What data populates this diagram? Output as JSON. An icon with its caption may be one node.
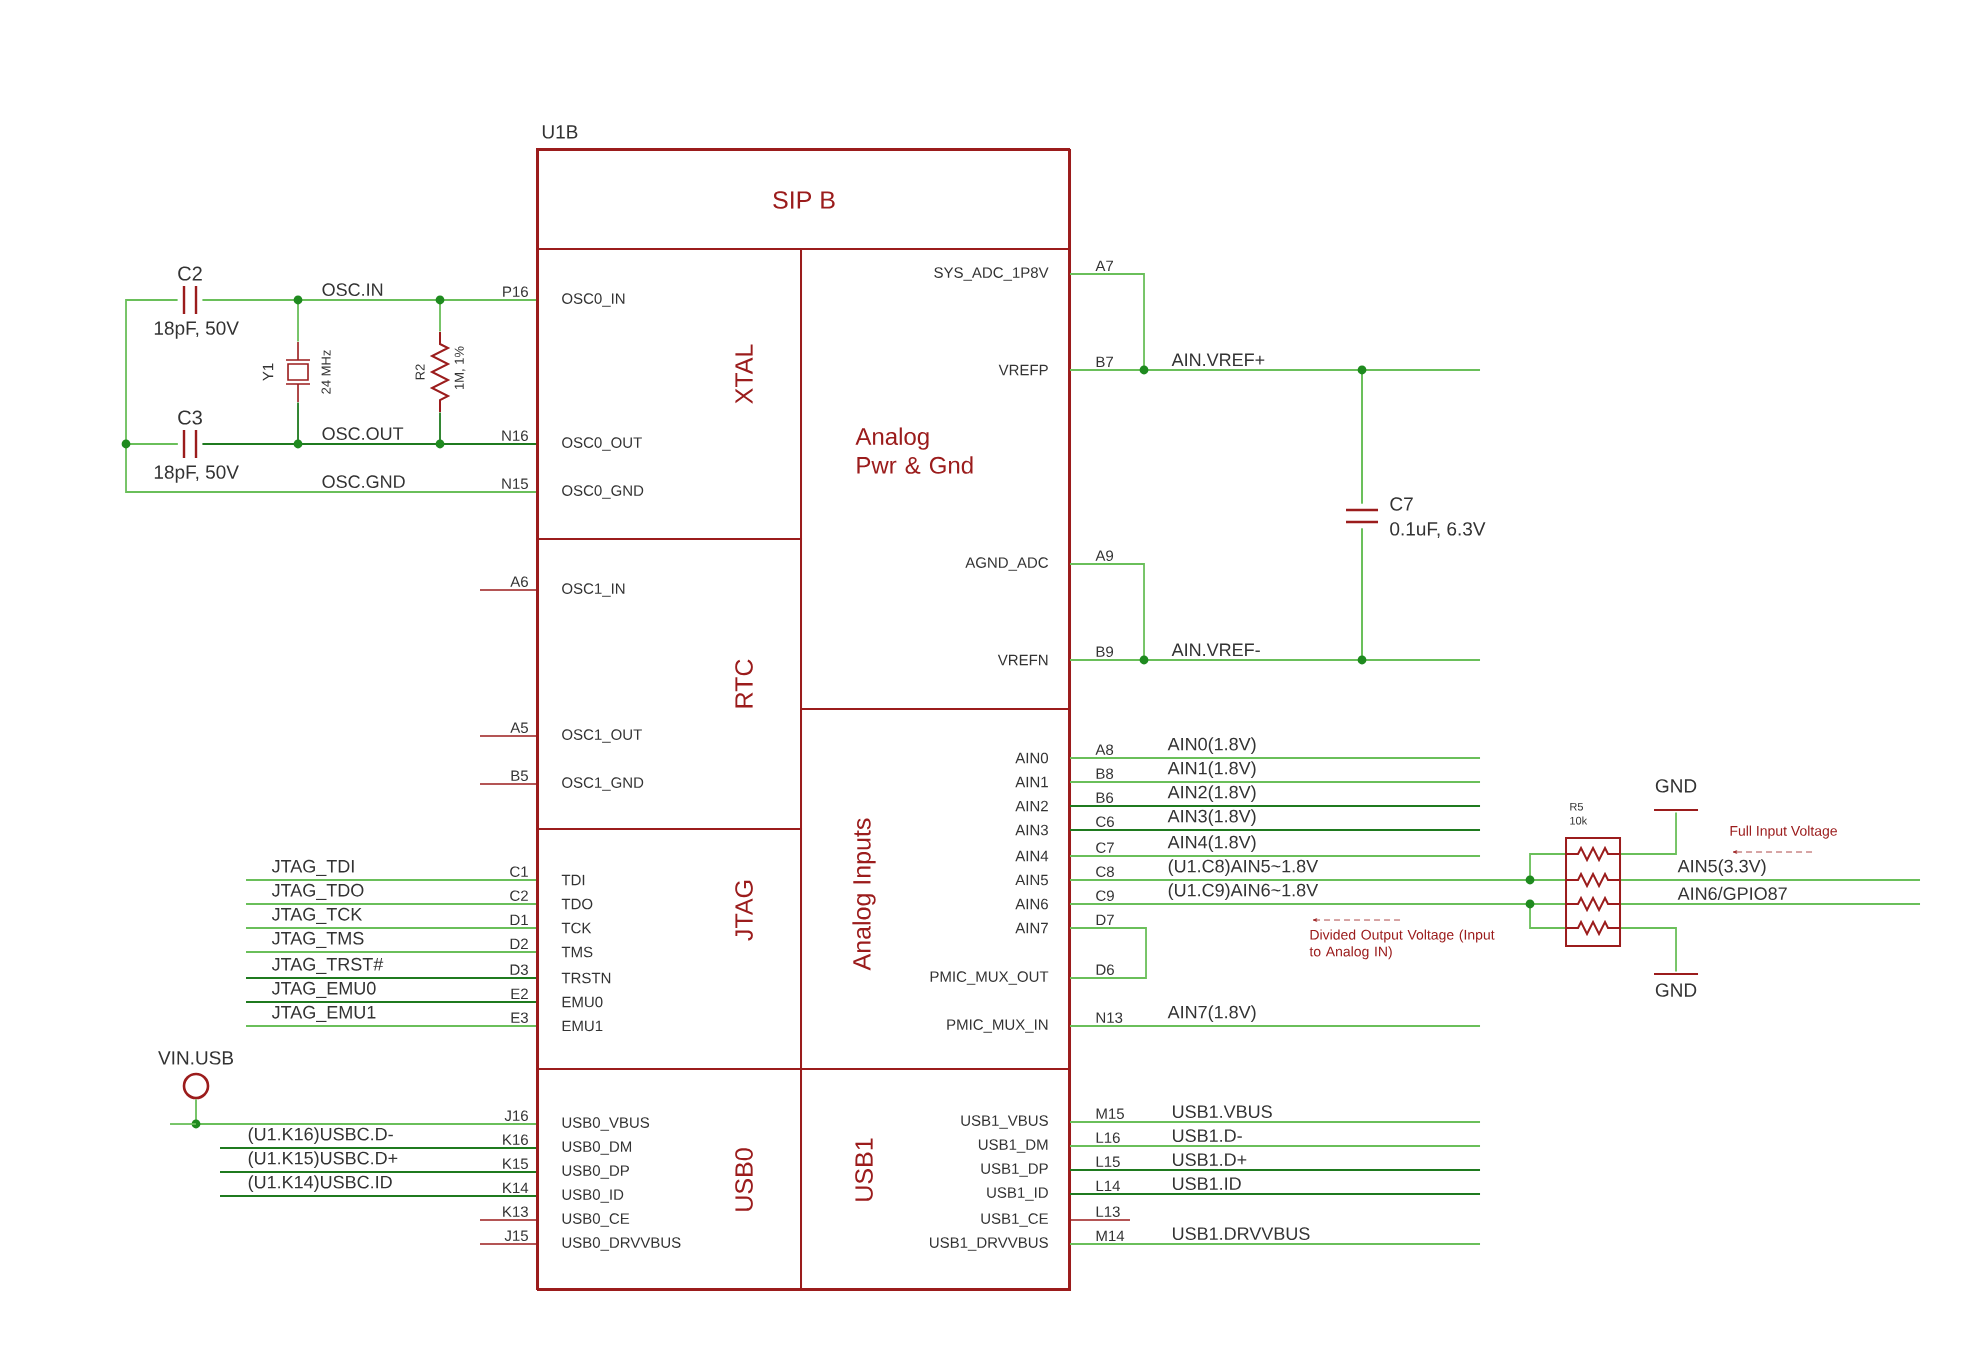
{
  "diagram": {
    "nodes": [
      {
        "text": [
          "U1B"
        ]
      },
      {
        "text": [
          "SIP B"
        ],
        "in": 0
      },
      {
        "text": [
          "XTAL",
          "OSC0_IN",
          "OSC0_OUT",
          "OSC0_GND"
        ],
        "in": 0
      },
      {
        "text": [
          "RTC",
          "OSC1_IN",
          "OSC1_OUT",
          "OSC1_GND"
        ],
        "in": 0
      },
      {
        "text": [
          "JTAG",
          "TDI",
          "TDO",
          "TCK",
          "TMS",
          "TRSTN",
          "EMU0",
          "EMU1"
        ],
        "in": 0
      },
      {
        "text": [
          "USB0",
          "USB0_VBUS",
          "USB0_DM",
          "USB0_DP",
          "USB0_ID",
          "USB0_CE",
          "USB0_DRVVBUS"
        ],
        "in": 0
      },
      {
        "text": [
          "Analog Pwr & Gnd",
          "SYS_ADC_1P8V",
          "VREFP",
          "AGND_ADC",
          "VREFN"
        ],
        "in": 0
      },
      {
        "text": [
          "Analog Inputs",
          "AIN0",
          "AIN1",
          "AIN2",
          "AIN3",
          "AIN4",
          "AIN5",
          "AIN6",
          "AIN7",
          "PMIC_MUX_OUT",
          "PMIC_MUX_IN"
        ],
        "in": 0
      },
      {
        "text": [
          "USB1",
          "USB1_VBUS",
          "USB1_DM",
          "USB1_DP",
          "USB1_ID",
          "USB1_CE",
          "USB1_DRVVBUS"
        ],
        "in": 0
      },
      {
        "text": [
          "C2",
          "18pF, 50V"
        ]
      },
      {
        "text": [
          "C3",
          "18pF, 50V"
        ]
      },
      {
        "text": [
          "Y1",
          "24 MHz"
        ]
      },
      {
        "text": [
          "R2",
          "1M, 1%"
        ]
      },
      {
        "text": [
          "C7",
          "0.1uF, 6.3V"
        ]
      },
      {
        "text": [
          "R5",
          "10k"
        ]
      },
      {
        "text": [
          "GND"
        ]
      },
      {
        "text": [
          "GND"
        ]
      },
      {
        "text": [
          "VIN.USB"
        ]
      }
    ],
    "edges": [
      {
        "from": 9,
        "to": 2,
        "arrow": "none",
        "label": "OSC.IN"
      },
      {
        "from": 11,
        "to": 2,
        "arrow": "none"
      },
      {
        "from": 12,
        "to": 2,
        "arrow": "none"
      },
      {
        "from": 10,
        "to": 2,
        "arrow": "none",
        "label": "OSC.OUT",
        "color": "#1f7a1f"
      },
      {
        "from": 11,
        "to": 2,
        "arrow": "none",
        "color": "#1f7a1f"
      },
      {
        "from": 12,
        "to": 2,
        "arrow": "none",
        "color": "#1f7a1f"
      },
      {
        "from": 9,
        "to": 10,
        "arrow": "none"
      },
      {
        "from": 10,
        "to": 2,
        "arrow": "none",
        "label": "OSC.GND"
      },
      {
        "from": null,
        "to": 4,
        "arrow": "none",
        "label": "JTAG_TDI"
      },
      {
        "from": null,
        "to": 4,
        "arrow": "none",
        "label": "JTAG_TDO"
      },
      {
        "from": null,
        "to": 4,
        "arrow": "none",
        "label": "JTAG_TCK"
      },
      {
        "from": null,
        "to": 4,
        "arrow": "none",
        "label": "JTAG_TMS"
      },
      {
        "from": null,
        "to": 4,
        "arrow": "none",
        "label": "JTAG_TRST#",
        "color": "#1f7a1f"
      },
      {
        "from": null,
        "to": 4,
        "arrow": "none",
        "label": "JTAG_EMU0",
        "color": "#1f7a1f"
      },
      {
        "from": null,
        "to": 4,
        "arrow": "none",
        "label": "JTAG_EMU1"
      },
      {
        "from": 17,
        "to": 5,
        "arrow": "none"
      },
      {
        "from": null,
        "to": 5,
        "arrow": "none",
        "label": "(U1.K16)USBC.D-",
        "color": "#1f7a1f"
      },
      {
        "from": null,
        "to": 5,
        "arrow": "none",
        "label": "(U1.K15)USBC.D+",
        "color": "#1f7a1f"
      },
      {
        "from": null,
        "to": 5,
        "arrow": "none",
        "label": "(U1.K14)USBC.ID",
        "color": "#1f7a1f"
      },
      {
        "from": 6,
        "to": 6,
        "arrow": "none"
      },
      {
        "from": 6,
        "to": 13,
        "arrow": "none",
        "label": "AIN.VREF+"
      },
      {
        "from": 13,
        "to": null,
        "arrow": "none"
      },
      {
        "from": 6,
        "to": 6,
        "arrow": "none"
      },
      {
        "from": 6,
        "to": 13,
        "arrow": "none",
        "label": "AIN.VREF-"
      },
      {
        "from": 13,
        "to": null,
        "arrow": "none"
      },
      {
        "from": 7,
        "to": null,
        "arrow": "none",
        "label": "AIN0(1.8V)"
      },
      {
        "from": 7,
        "to": null,
        "arrow": "none",
        "label": "AIN1(1.8V)"
      },
      {
        "from": 7,
        "to": null,
        "arrow": "none",
        "label": "AIN2(1.8V)",
        "color": "#1f7a1f"
      },
      {
        "from": 7,
        "to": null,
        "arrow": "none",
        "label": "AIN3(1.8V)",
        "color": "#1f7a1f"
      },
      {
        "from": 7,
        "to": null,
        "arrow": "none",
        "label": "AIN4(1.8V)"
      },
      {
        "from": 7,
        "to": 14,
        "arrow": "none",
        "label": "(U1.C8)AIN5~1.8V"
      },
      {
        "from": 7,
        "to": 14,
        "arrow": "none",
        "label": "(U1.C9)AIN6~1.8V"
      },
      {
        "from": 14,
        "to": null,
        "arrow": "none",
        "label": "AIN5(3.3V)"
      },
      {
        "from": 14,
        "to": null,
        "arrow": "none",
        "label": "AIN6/GPIO87"
      },
      {
        "from": 14,
        "to": 15,
        "arrow": "none"
      },
      {
        "from": 14,
        "to": 16,
        "arrow": "none"
      },
      {
        "from": 7,
        "to": 7,
        "arrow": "none"
      },
      {
        "from": 7,
        "to": null,
        "arrow": "none",
        "label": "AIN7(1.8V)"
      },
      {
        "from": 8,
        "to": null,
        "arrow": "none",
        "label": "USB1.VBUS"
      },
      {
        "from": 8,
        "to": null,
        "arrow": "none",
        "label": "USB1.D-"
      },
      {
        "from": 8,
        "to": null,
        "arrow": "none",
        "label": "USB1.D+",
        "color": "#1f7a1f"
      },
      {
        "from": 8,
        "to": null,
        "arrow": "none",
        "label": "USB1.ID",
        "color": "#1f7a1f"
      },
      {
        "from": 8,
        "to": null,
        "arrow": "none",
        "label": "USB1.DRVVBUS"
      }
    ],
    "labels": [
      "P16",
      "N16",
      "N15",
      "A6",
      "A5",
      "B5",
      "C1",
      "C2",
      "D1",
      "D2",
      "D3",
      "E2",
      "E3",
      "J16",
      "K16",
      "K15",
      "K14",
      "K13",
      "J15",
      "A7",
      "B7",
      "A9",
      "B9",
      "A8",
      "B8",
      "B6",
      "C6",
      "C7",
      "C8",
      "C9",
      "D7",
      "D6",
      "N13",
      "M15",
      "L16",
      "L15",
      "L14",
      "L13",
      "M14",
      "Full Input Voltage",
      "Divided Output Voltage (Input to Analog IN)"
    ]
  }
}
